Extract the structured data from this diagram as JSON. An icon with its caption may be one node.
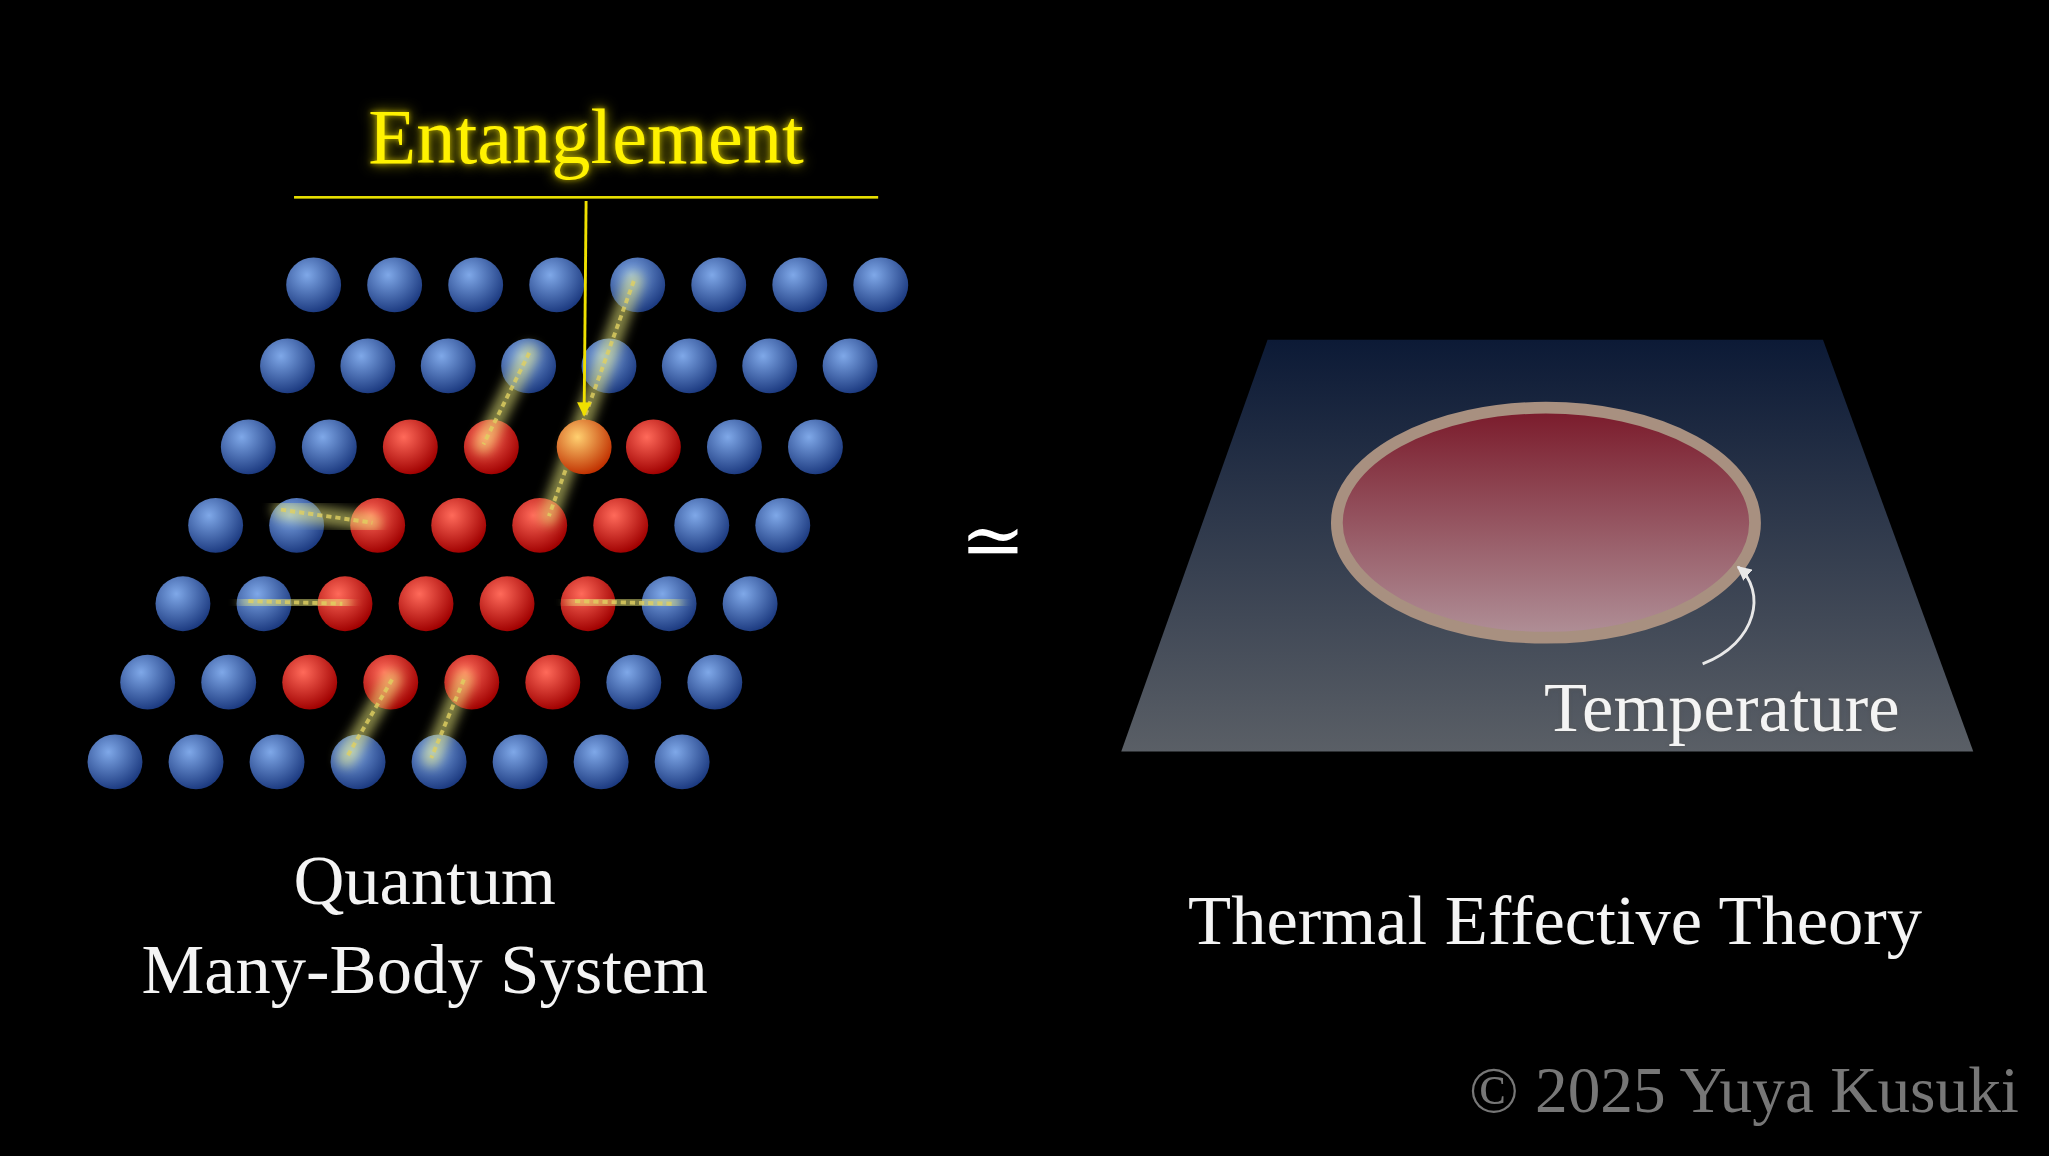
{
  "diagram": {
    "nodes": [
      {
        "text": [
          "Entanglement"
        ]
      },
      {
        "text": [],
        "shape": "picture",
        "beside": [
          "Quantum Many-Body System"
        ]
      },
      {
        "text": [],
        "shape": "circle",
        "in": 1
      },
      {
        "text": [],
        "shape": "picture",
        "beside": [
          "Thermal Effective Theory"
        ]
      },
      {
        "text": [],
        "shape": "circle",
        "in": 3
      },
      {
        "text": [
          "Temperature"
        ],
        "in": 3
      }
    ],
    "edges": [
      {
        "from": 0,
        "to": 2,
        "arrow": "to",
        "color": "#f0e000"
      },
      {
        "from": 5,
        "to": 4,
        "arrow": "to",
        "color": "#e8e8e8"
      }
    ],
    "labels": [
      "≃",
      "© 2025 Yuya Kusuki"
    ]
  }
}
